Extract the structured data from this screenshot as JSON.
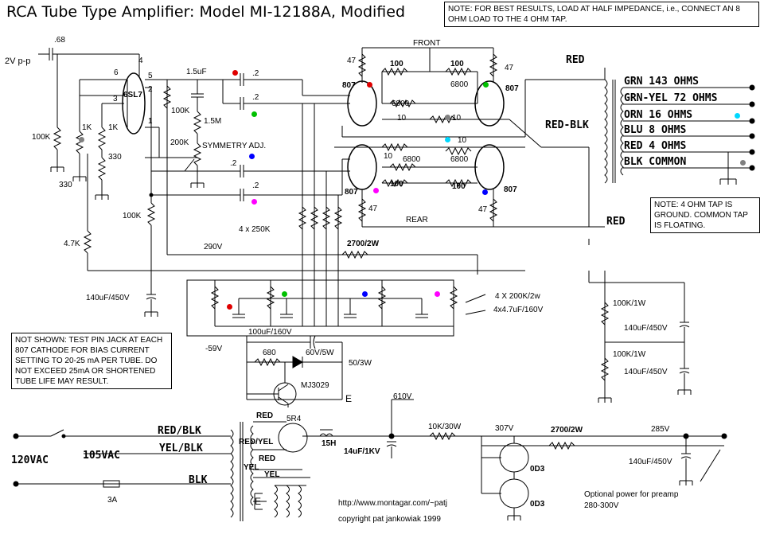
{
  "title": "RCA Tube Type Amplifier: Model MI-12188A,  Modified",
  "notes": {
    "top_right": "NOTE: FOR BEST RESULTS, LOAD AT HALF IMPEDANCE, i.e., CONNECT AN 8 OHM LOAD TO THE 4 OHM TAP.",
    "ground": "NOTE: 4 OHM TAP IS GROUND. COMMON TAP IS FLOATING.",
    "not_shown": "NOT SHOWN: TEST PIN JACK AT EACH 807 CATHODE FOR BIAS CURRENT SETTING TO 20-25 mA PER TUBE. DO NOT EXCEED 25mA OR SHORTENED TUBE LIFE MAY RESULT."
  },
  "input": {
    "level": "2V p-p",
    "cap": ".68"
  },
  "preamp": {
    "tube": "6SL7",
    "pins": [
      "6",
      "4",
      "5",
      "2",
      "3",
      "1"
    ],
    "r_grid": "100K",
    "r_grid_bottom": "330",
    "r_cath1": "1K",
    "r_cath2": "1K",
    "r_cath3": "330",
    "r_plate": "100K",
    "c_couple": "1.5uF",
    "r_1_5m": "1.5M",
    "r_200k": "200K",
    "symmetry": "SYMMETRY ADJ.",
    "r_100k_low": "100K",
    "r_4_7k": "4.7K",
    "cap_filter": "140uF/450V",
    "b_plus_290": "290V"
  },
  "output_stage": {
    "front": "FRONT",
    "rear": "REAR",
    "tube": "807",
    "caps": [
      ".2",
      ".2",
      ".2",
      ".2"
    ],
    "r_100": "100",
    "r_6800": "6800",
    "r_10": "10",
    "r_47": "47",
    "grid_rs": "4 x 250K",
    "r_2700": "2700/2W"
  },
  "transformer": {
    "red": "RED",
    "red_blk": "RED-BLK",
    "red2": "RED",
    "taps": [
      "GRN 143 OHMS",
      "GRN-YEL 72 OHMS",
      "ORN 16 OHMS",
      "BLU 8 OHMS",
      "RED 4 OHMS",
      "BLK COMMON"
    ]
  },
  "bias": {
    "pots": "4 X 200K/2w",
    "caps": "4x4.7uF/160V",
    "neg": "-59V",
    "cap_100": "100uF/160V",
    "r_680": "680",
    "zener": "60V/5W",
    "r_50": "50/3W",
    "transistor": "MJ3029",
    "e": "E"
  },
  "power": {
    "v610": "610V",
    "r_10k": "10K/30W",
    "v307": "307V",
    "r_2700": "2700/2W",
    "v285": "285V",
    "rect": "5R4",
    "choke": "15H",
    "cap_main": "14uF/1KV",
    "reg": "0D3",
    "cap_285": "140uF/450V",
    "optional": "Optional power for preamp",
    "optional_v": "280-300V",
    "r_100k_1": "100K/1W",
    "r_100k_2": "100K/1W",
    "c_140_1": "140uF/450V",
    "c_140_2": "140uF/450V"
  },
  "mains": {
    "v120": "120VAC",
    "v105": "105VAC",
    "red_blk": "RED/BLK",
    "yel_blk": "YEL/BLK",
    "blk": "BLK",
    "fuse": "3A",
    "red": "RED",
    "red_yel": "RED/YEL",
    "red2": "RED",
    "yel": "YEL",
    "yel2": "YEL",
    "e": "E"
  },
  "footer": {
    "url": "http://www.montagar.com/~patj",
    "copyright": "copyright pat jankowiak 1999"
  },
  "dots": {
    "red": "#e00000",
    "green": "#00c000",
    "grey": "#808080",
    "cyan": "#00d8ff",
    "blue": "#0000ff",
    "magenta": "#ff00ff"
  }
}
